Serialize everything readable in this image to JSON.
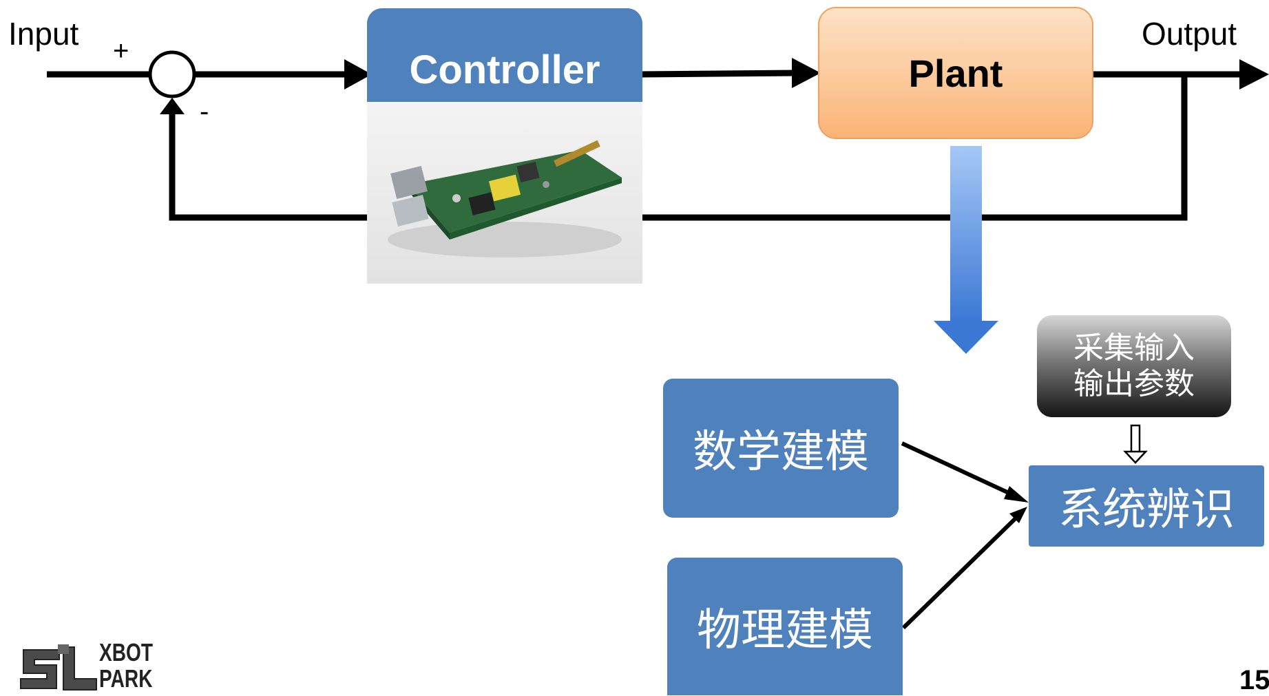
{
  "control_loop": {
    "input_label": "Input",
    "output_label": "Output",
    "plus_sign": "+",
    "minus_sign": "-",
    "controller_label": "Controller",
    "plant_label": "Plant"
  },
  "modeling": {
    "math_modeling": "数学建模",
    "physical_modeling": "物理建模",
    "system_identification": "系统辨识",
    "collect_io_line1": "采集输入",
    "collect_io_line2": "输出参数"
  },
  "footer": {
    "logo_text_line1": "XBOT",
    "logo_text_line2": "PARK",
    "page_number": "15"
  },
  "colors": {
    "blue_box": "#4f81bd",
    "plant_fill": "#fbc08f",
    "plant_border": "#f0a060",
    "gradient_arrow_top": "#9ec3f5",
    "gradient_arrow_bottom": "#3d7fd8"
  }
}
